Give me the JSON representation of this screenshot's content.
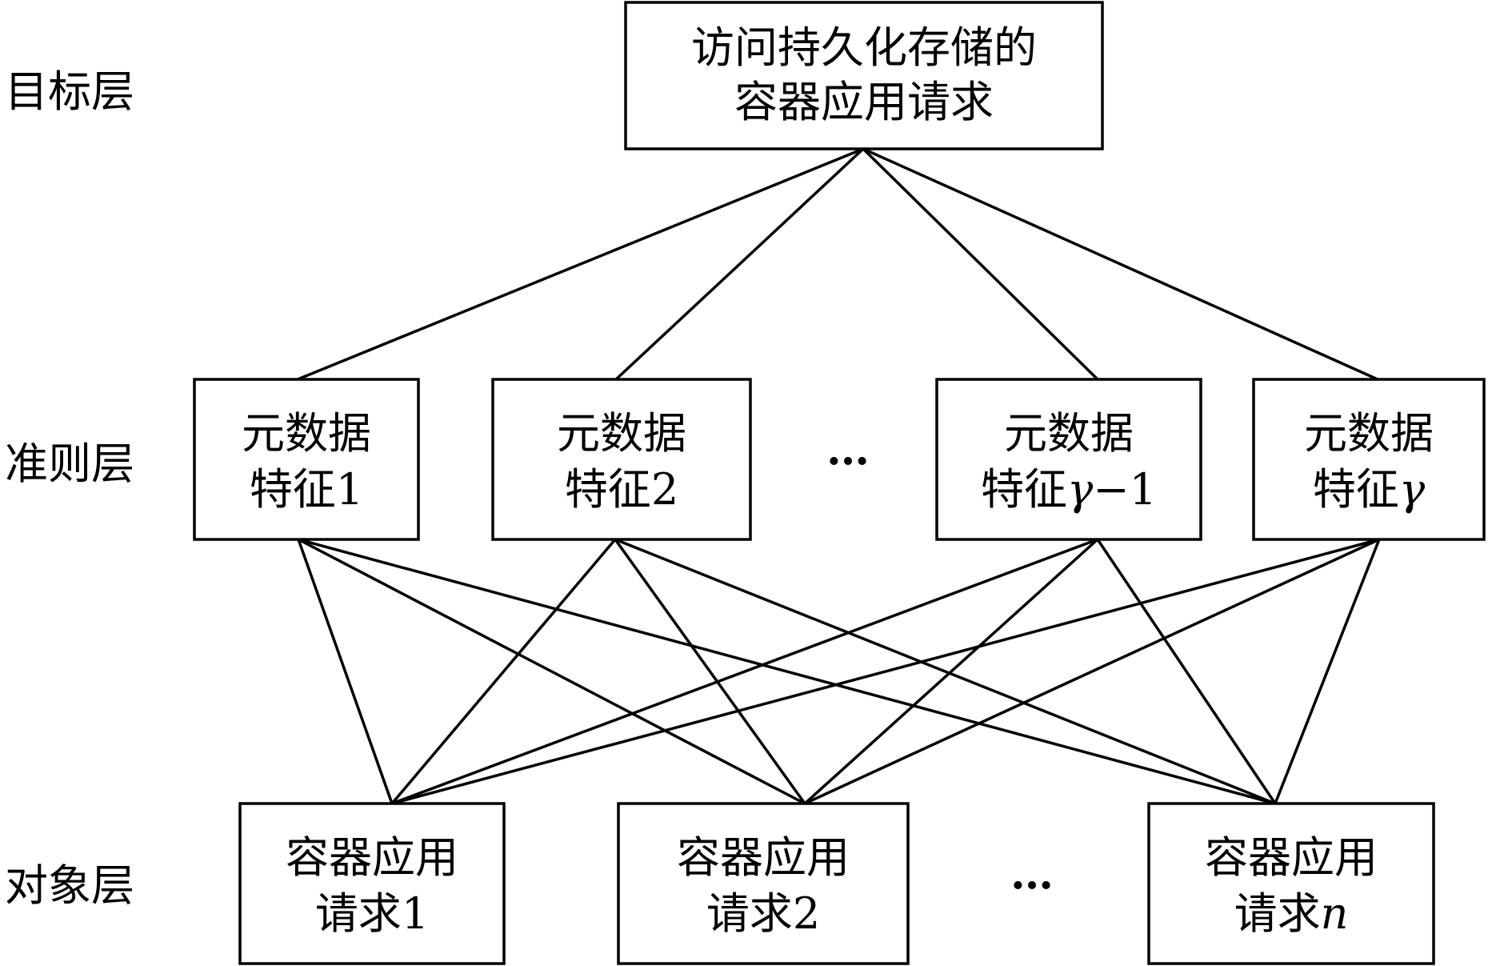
{
  "layers": {
    "goal": "目标层",
    "criteria": "准则层",
    "object": "对象层"
  },
  "goal_node": {
    "line1": "访问持久化存储的",
    "line2": "容器应用请求"
  },
  "criteria_nodes": [
    {
      "line1": "元数据",
      "line2_prefix": "特征",
      "line2_var": "",
      "line2_suffix": "1"
    },
    {
      "line1": "元数据",
      "line2_prefix": "特征",
      "line2_var": "",
      "line2_suffix": "2"
    },
    {
      "line1": "元数据",
      "line2_prefix": "特征",
      "line2_var": "γ",
      "line2_suffix": "−1"
    },
    {
      "line1": "元数据",
      "line2_prefix": "特征",
      "line2_var": "γ",
      "line2_suffix": ""
    }
  ],
  "object_nodes": [
    {
      "line1": "容器应用",
      "line2_prefix": "请求",
      "line2_var": "",
      "line2_suffix": "1"
    },
    {
      "line1": "容器应用",
      "line2_prefix": "请求",
      "line2_var": "",
      "line2_suffix": "2"
    },
    {
      "line1": "容器应用",
      "line2_prefix": "请求",
      "line2_var": "n",
      "line2_suffix": ""
    }
  ],
  "ellipsis": "…"
}
